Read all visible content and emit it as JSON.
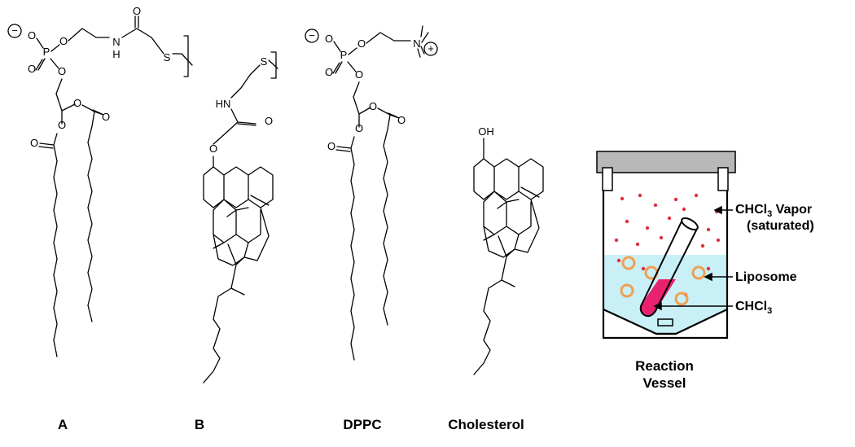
{
  "atoms": {
    "O": "O",
    "P": "P",
    "N": "N",
    "H": "H",
    "HN": "HN",
    "S": "S",
    "OH": "OH",
    "minus": "−",
    "plus": "+"
  },
  "captions": {
    "a": "A",
    "b": "B",
    "dppc": "DPPC",
    "cholesterol": "Cholesterol"
  },
  "vessel": {
    "title_line1": "Reaction",
    "title_line2": "Vessel",
    "vapor_label_prefix": "CHCl",
    "vapor_label_subscript": "3",
    "vapor_label_suffix": " Vapor",
    "vapor_label_line2": "(saturated)",
    "liposome_label": "Liposome",
    "chcl3_label_prefix": "CHCl",
    "chcl3_label_subscript": "3"
  },
  "colors": {
    "liquid": "#c8f0f6",
    "chloroform": "#e8226e",
    "liposome": "#f0a050",
    "vapor_dot": "#e03040",
    "cap": "#b8b8b8"
  }
}
